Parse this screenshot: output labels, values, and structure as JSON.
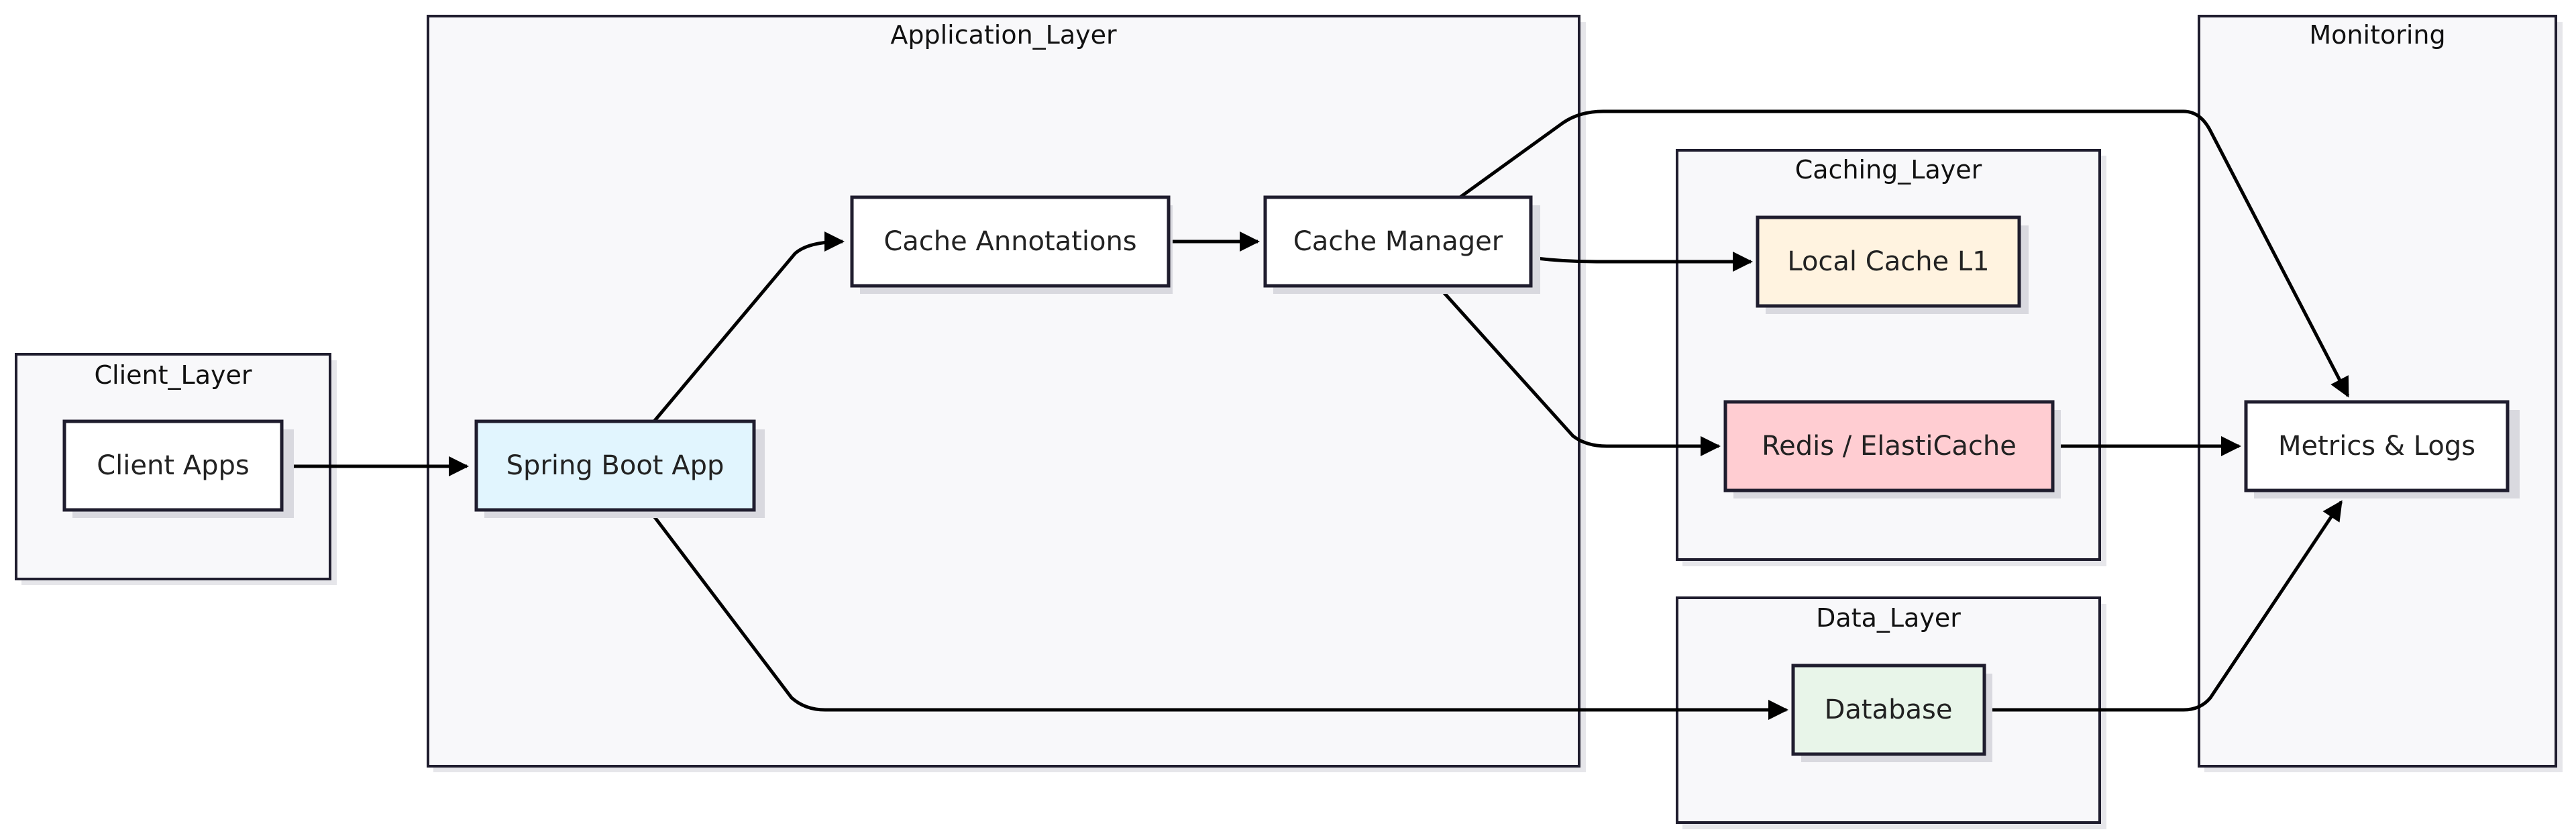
{
  "clusters": {
    "client_layer": "Client_Layer",
    "application_layer": "Application_Layer",
    "caching_layer": "Caching_Layer",
    "data_layer": "Data_Layer",
    "monitoring": "Monitoring"
  },
  "nodes": {
    "client_apps": {
      "label": "Client Apps",
      "fill": "#ffffff"
    },
    "spring_boot_app": {
      "label": "Spring Boot App",
      "fill": "#e1f5fe"
    },
    "cache_annotations": {
      "label": "Cache Annotations",
      "fill": "#ffffff"
    },
    "cache_manager": {
      "label": "Cache Manager",
      "fill": "#ffffff"
    },
    "local_cache": {
      "label": "Local Cache L1",
      "fill": "#fff3e0"
    },
    "redis": {
      "label": "Redis / ElastiCache",
      "fill": "#ffcdd2"
    },
    "database": {
      "label": "Database",
      "fill": "#e8f5e9"
    },
    "metrics_logs": {
      "label": "Metrics & Logs",
      "fill": "#ffffff"
    }
  },
  "edges": [
    {
      "from": "Client Apps",
      "to": "Spring Boot App"
    },
    {
      "from": "Spring Boot App",
      "to": "Cache Annotations"
    },
    {
      "from": "Cache Annotations",
      "to": "Cache Manager"
    },
    {
      "from": "Cache Manager",
      "to": "Local Cache L1"
    },
    {
      "from": "Cache Manager",
      "to": "Redis / ElastiCache"
    },
    {
      "from": "Spring Boot App",
      "to": "Database"
    },
    {
      "from": "Cache Manager",
      "to": "Metrics & Logs"
    },
    {
      "from": "Redis / ElastiCache",
      "to": "Metrics & Logs"
    },
    {
      "from": "Database",
      "to": "Metrics & Logs"
    }
  ]
}
